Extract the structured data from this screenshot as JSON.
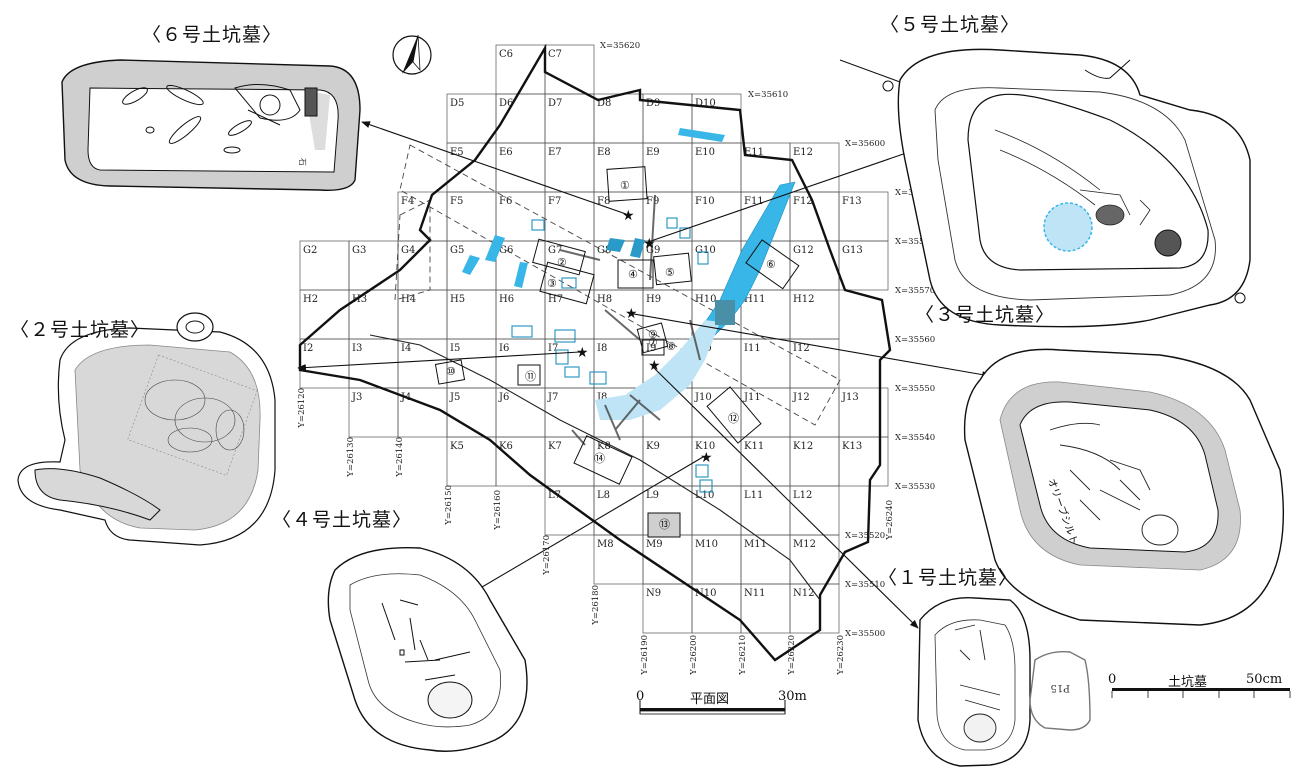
{
  "colors": {
    "water": "#38b6e8",
    "water_light": "#bfe4f5",
    "pit_fill": "#d6d6d6",
    "line": "#1a1a1a"
  },
  "pit_labels": {
    "pit1": "〈１号土坑墓〉",
    "pit2": "〈２号土坑墓〉",
    "pit3": "〈３号土坑墓〉",
    "pit4": "〈４号土坑墓〉",
    "pit5": "〈５号土坑墓〉",
    "pit6": "〈６号土坑墓〉"
  },
  "grid_rows": [
    [
      "C6",
      "C7"
    ],
    [
      "D5",
      "D6",
      "D7",
      "D8",
      "D9",
      "D10"
    ],
    [
      "E5",
      "E6",
      "E7",
      "E8",
      "E9",
      "E10",
      "E11",
      "E12"
    ],
    [
      "F4",
      "F5",
      "F6",
      "F7",
      "F8",
      "F9",
      "F10",
      "F11",
      "F12",
      "F13"
    ],
    [
      "G2",
      "G3",
      "G4",
      "G5",
      "G6",
      "G7",
      "G8",
      "G9",
      "G10",
      "G11",
      "G12",
      "G13"
    ],
    [
      "H2",
      "H3",
      "H4",
      "H5",
      "H6",
      "H7",
      "H8",
      "H9",
      "H10",
      "H11",
      "H12"
    ],
    [
      "I2",
      "I3",
      "I4",
      "I5",
      "I6",
      "I7",
      "I8",
      "I9",
      "I10",
      "I11",
      "I12"
    ],
    [
      "J3",
      "J4",
      "J5",
      "J6",
      "J7",
      "J8",
      "J9",
      "J10",
      "J11",
      "J12",
      "J13"
    ],
    [
      "K5",
      "K6",
      "K7",
      "K8",
      "K9",
      "K10",
      "K11",
      "K12",
      "K13"
    ],
    [
      "L7",
      "L8",
      "L9",
      "L10",
      "L11",
      "L12"
    ],
    [
      "M8",
      "M9",
      "M10",
      "M11",
      "M12"
    ],
    [
      "N9",
      "N10",
      "N11",
      "N12"
    ]
  ],
  "x_coords": [
    "X=35620",
    "X=35610",
    "X=35600",
    "X=35590",
    "X=35580",
    "X=35570",
    "X=35560",
    "X=35550",
    "X=35540",
    "X=35530",
    "X=35520",
    "X=35510",
    "X=35500"
  ],
  "y_coords": [
    "Y=26120",
    "Y=26130",
    "Y=26140",
    "Y=26150",
    "Y=26160",
    "Y=26170",
    "Y=26180",
    "Y=26190",
    "Y=26200",
    "Y=26210",
    "Y=26220",
    "Y=26230",
    "Y=26240"
  ],
  "feature_numbers": [
    "①",
    "②",
    "③",
    "④",
    "⑤",
    "⑥",
    "⑦",
    "⑧",
    "⑨",
    "⑩",
    "⑪",
    "⑫",
    "⑬",
    "⑭"
  ],
  "plan_scale": {
    "zero": "0",
    "label": "平面図",
    "max": "30m"
  },
  "pit_scale": {
    "zero": "0",
    "label": "土坑墓",
    "max": "50cm"
  },
  "annotations": {
    "olive_silt": "オリーブシルト",
    "pit15": "P15",
    "stone": "石"
  }
}
